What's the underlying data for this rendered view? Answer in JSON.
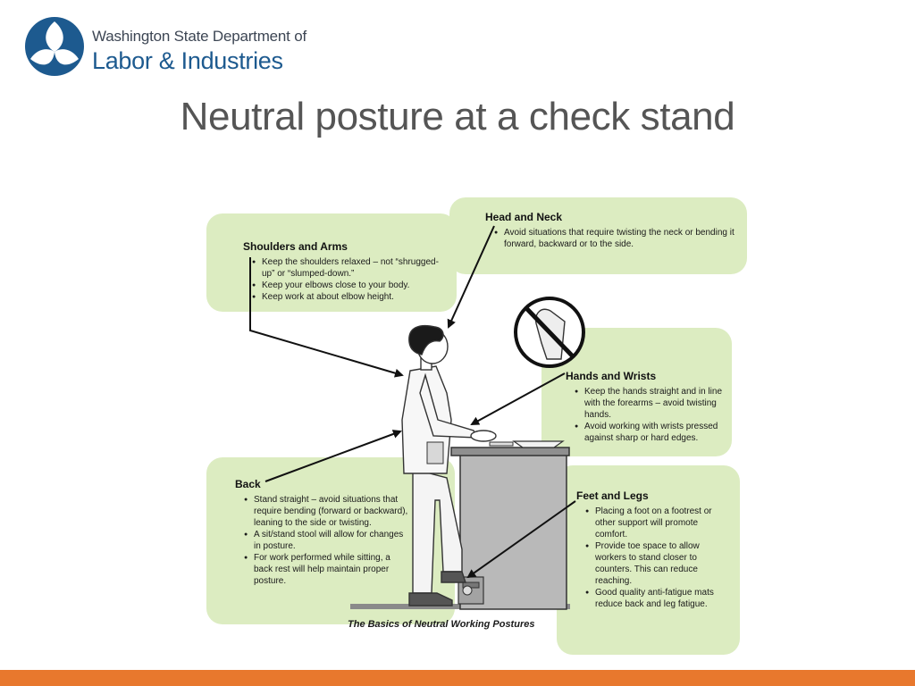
{
  "logo": {
    "line1": "Washington State Department of",
    "line2": "Labor & Industries"
  },
  "title": "Neutral posture at a check stand",
  "panels": {
    "shoulders": {
      "heading": "Shoulders and Arms",
      "items": [
        "Keep the shoulders relaxed – not “shrugged-up” or “slumped-down.”",
        "Keep your elbows close to your body.",
        "Keep work at about elbow height."
      ]
    },
    "head": {
      "heading": "Head and Neck",
      "items": [
        "Avoid situations that require twisting the neck or bending it forward, backward or to the side."
      ]
    },
    "hands": {
      "heading": "Hands and Wrists",
      "items": [
        "Keep the hands straight and in line with the forearms – avoid twisting hands.",
        "Avoid working with wrists pressed against sharp or hard edges."
      ]
    },
    "back": {
      "heading": "Back",
      "items": [
        "Stand straight – avoid situations that require bending (forward or backward), leaning to the side or twisting.",
        "A sit/stand stool will allow for changes in posture.",
        "For work performed while sitting, a back rest will help maintain proper posture."
      ]
    },
    "feet": {
      "heading": "Feet and Legs",
      "items": [
        "Placing a foot on a footrest or other support will promote comfort.",
        "Provide toe space to allow workers to stand closer to counters. This can reduce reaching.",
        "Good quality anti-fatigue mats reduce back and leg fatigue."
      ]
    }
  },
  "caption": "The Basics of Neutral Working Postures",
  "colors": {
    "panel_bg": "#dcecc1",
    "logo_blue": "#1d5a8f",
    "title_gray": "#555555",
    "footer_orange": "#e8782d"
  },
  "icons": {
    "logo": "lni-logo-icon",
    "prohibited": "no-bent-wrist-icon"
  }
}
